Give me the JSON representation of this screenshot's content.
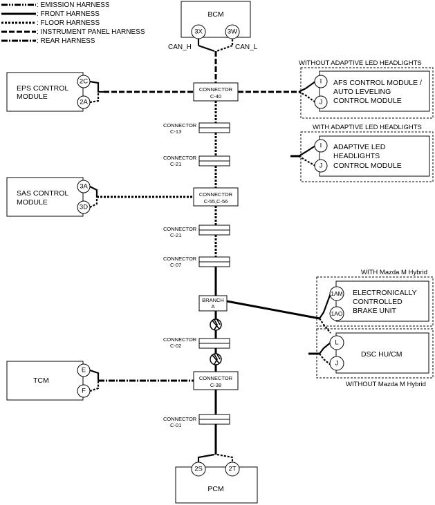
{
  "legend": {
    "emission": ": EMISSION HARNESS",
    "front": ": FRONT HARNESS",
    "floor": ": FLOOR HARNESS",
    "instrument": ": INSTRUMENT PANEL HARNESS",
    "rear": ": REAR HARNESS"
  },
  "bcm": {
    "label": "BCM",
    "pin_left": "3X",
    "pin_right": "3W",
    "can_h": "CAN_H",
    "can_l": "CAN_L"
  },
  "eps": {
    "label_1": "EPS CONTROL",
    "label_2": "MODULE",
    "pin_top": "2C",
    "pin_bottom": "2A"
  },
  "sas": {
    "label_1": "SAS CONTROL",
    "label_2": "MODULE",
    "pin_top": "3A",
    "pin_bottom": "3D"
  },
  "tcm": {
    "label": "TCM",
    "pin_top": "E",
    "pin_bottom": "F"
  },
  "pcm": {
    "label": "PCM",
    "pin_left": "2S",
    "pin_right": "2T"
  },
  "afs": {
    "group": "WITHOUT ADAPTIVE LED HEADLIGHTS",
    "line_1": "AFS CONTROL MODULE /",
    "line_2": "AUTO LEVELING",
    "line_3": "CONTROL MODULE",
    "pin_top": "I",
    "pin_bottom": "J"
  },
  "aled": {
    "group": "WITH ADAPTIVE LED HEADLIGHTS",
    "line_1": "ADAPTIVE LED",
    "line_2": "HEADLIGHTS",
    "line_3": "CONTROL MODULE",
    "pin_top": "I",
    "pin_bottom": "J"
  },
  "ebu": {
    "group": "WITH Mazda M Hybrid",
    "line_1": "ELECTRONICALLY",
    "line_2": "CONTROLLED",
    "line_3": "BRAKE UNIT",
    "pin_top": "1AM",
    "pin_bottom": "1AO"
  },
  "dsc": {
    "group": "WITHOUT Mazda M Hybrid",
    "label": "DSC HU/CM",
    "pin_top": "L",
    "pin_bottom": "J"
  },
  "connectors": {
    "c40": {
      "l1": "CONNECTOR",
      "l2": "C-40"
    },
    "c13": {
      "l1": "CONNECTOR",
      "l2": "C-13"
    },
    "c21a": {
      "l1": "CONNECTOR",
      "l2": "C-21"
    },
    "c55": {
      "l1": "CONNECTOR",
      "l2": "C-55,C-56"
    },
    "c21b": {
      "l1": "CONNECTOR",
      "l2": "C-21"
    },
    "c07": {
      "l1": "CONNECTOR",
      "l2": "C-07"
    },
    "branch": {
      "l1": "BRANCH",
      "l2": "A"
    },
    "c02": {
      "l1": "CONNECTOR",
      "l2": "C-02"
    },
    "c38": {
      "l1": "CONNECTOR",
      "l2": "C-38"
    },
    "c01": {
      "l1": "CONNECTOR",
      "l2": "C-01"
    }
  }
}
